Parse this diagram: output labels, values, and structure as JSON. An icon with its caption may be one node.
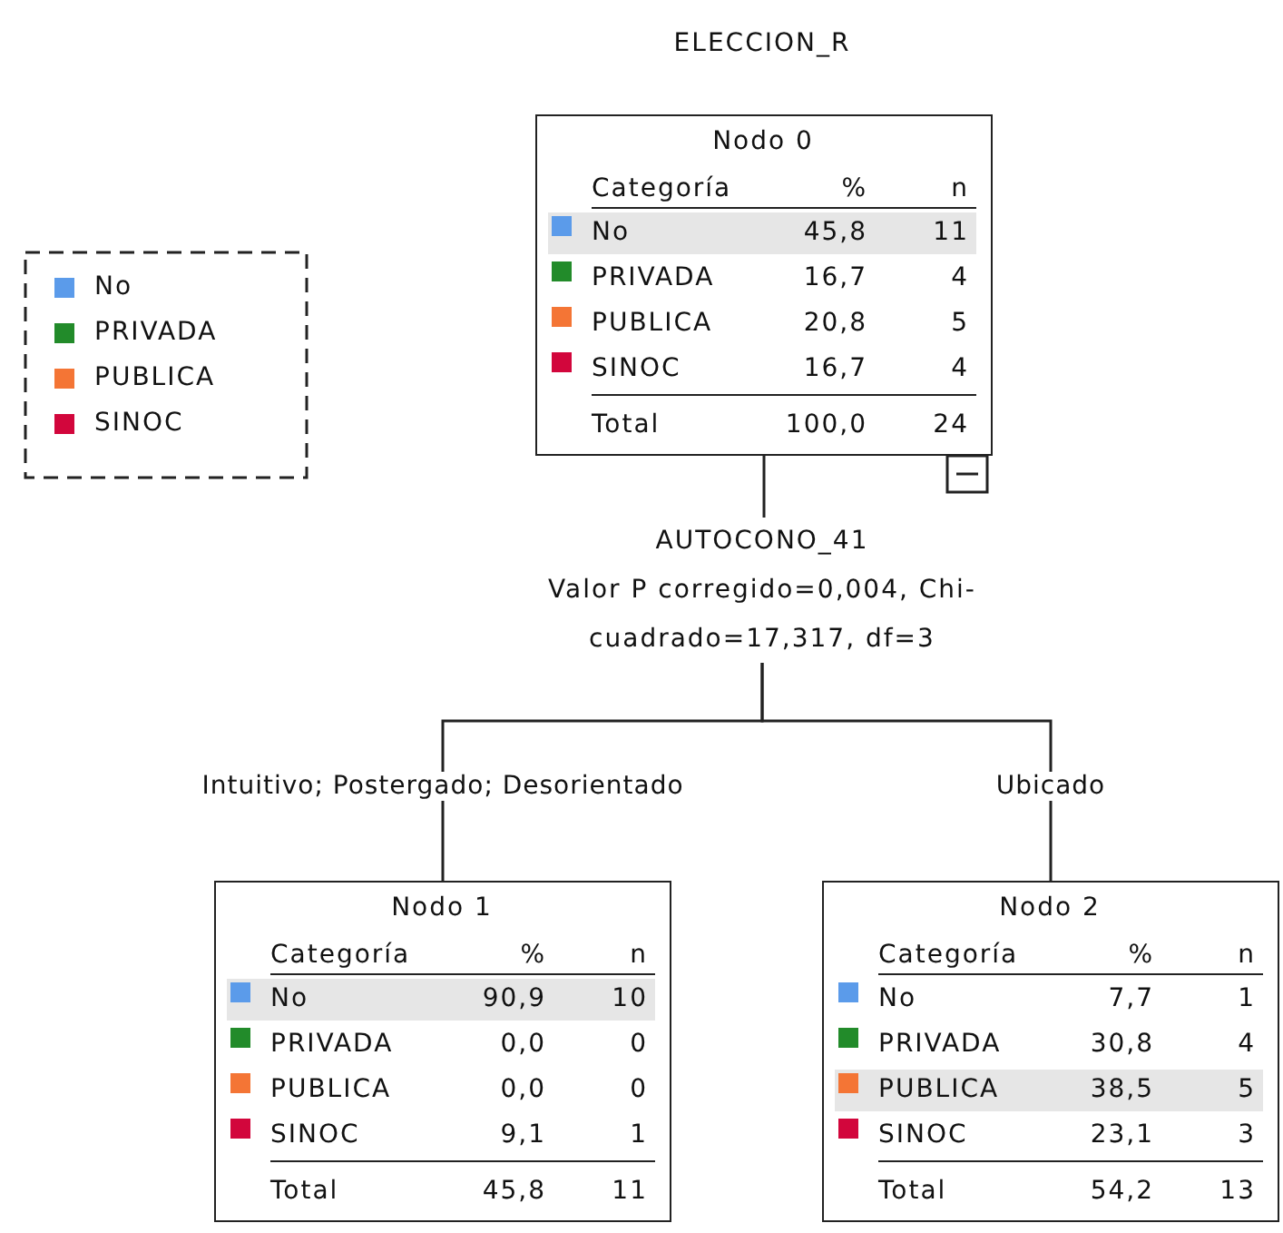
{
  "diagram": {
    "title": "ELECCION_R",
    "nodes": [
      {
        "text": [
          "Nodo 0",
          "Categoría",
          "%",
          "n",
          "No",
          "45,8",
          "11",
          "PRIVADA",
          "16,7",
          "4",
          "PUBLICA",
          "20,8",
          "5",
          "SINOC",
          "16,7",
          "4",
          "Total",
          "100,0",
          "24"
        ]
      },
      {
        "text": [
          "AUTOCONO_41",
          "Valor P corregido=0,004, Chi-cuadrado=17,317, df=3"
        ]
      },
      {
        "text": [
          "Nodo 1",
          "Categoría",
          "%",
          "n",
          "No",
          "90,9",
          "10",
          "PRIVADA",
          "0,0",
          "0",
          "PUBLICA",
          "0,0",
          "0",
          "SINOC",
          "9,1",
          "1",
          "Total",
          "45,8",
          "11"
        ]
      },
      {
        "text": [
          "Nodo 2",
          "Categoría",
          "%",
          "n",
          "No",
          "7,7",
          "1",
          "PRIVADA",
          "30,8",
          "4",
          "PUBLICA",
          "38,5",
          "5",
          "SINOC",
          "23,1",
          "3",
          "Total",
          "54,2",
          "13"
        ]
      }
    ],
    "edges": [
      {
        "from": 0,
        "to": 1,
        "arrow": "none"
      },
      {
        "from": 1,
        "to": 2,
        "arrow": "none",
        "label": "Intuitivo; Postergado; Desorientado"
      },
      {
        "from": 1,
        "to": 3,
        "arrow": "none",
        "label": "Ubicado"
      }
    ],
    "legend": [
      {
        "text": "No",
        "color": "#5b9bea"
      },
      {
        "text": "PRIVADA",
        "color": "#228b2a"
      },
      {
        "text": "PUBLICA",
        "color": "#f47535"
      },
      {
        "text": "SINOC",
        "color": "#d2063c"
      }
    ]
  }
}
